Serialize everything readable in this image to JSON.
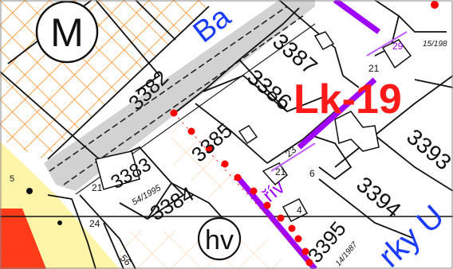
{
  "map": {
    "symbols": {
      "main": "M",
      "secondary": "hv"
    },
    "zone_label": "Lk-19",
    "street_labels": [
      "Ba",
      "rky U"
    ],
    "route_label": "řív",
    "parcels": {
      "p3382": "3382",
      "p3383": "3383",
      "p3384": "3384",
      "p3385": "3385",
      "p3386": "3386",
      "p3387": "3387",
      "p3393": "3393",
      "p3394": "3394",
      "p3395": "3395"
    },
    "sub_labels": {
      "s54_1995": "54/1995",
      "s14_1987": "14/1987",
      "s15_1987": "15/198",
      "n21a": "21",
      "n21b": "21",
      "n21c": "21",
      "n23": "23",
      "n24": "24",
      "n29": "29",
      "n4": "4",
      "n6": "6",
      "n56": "56",
      "n5": "5"
    },
    "colors": {
      "zone_label": "#ff1a1a",
      "street_label": "#1a3cff",
      "boundary_line": "#a000ff",
      "route_dots": "#ff0000",
      "orange_grid": "#ff8a1a",
      "road_grey": "#cfcfcf",
      "yellow_area": "#fff5a8",
      "red_area": "#ff3b1a"
    }
  }
}
